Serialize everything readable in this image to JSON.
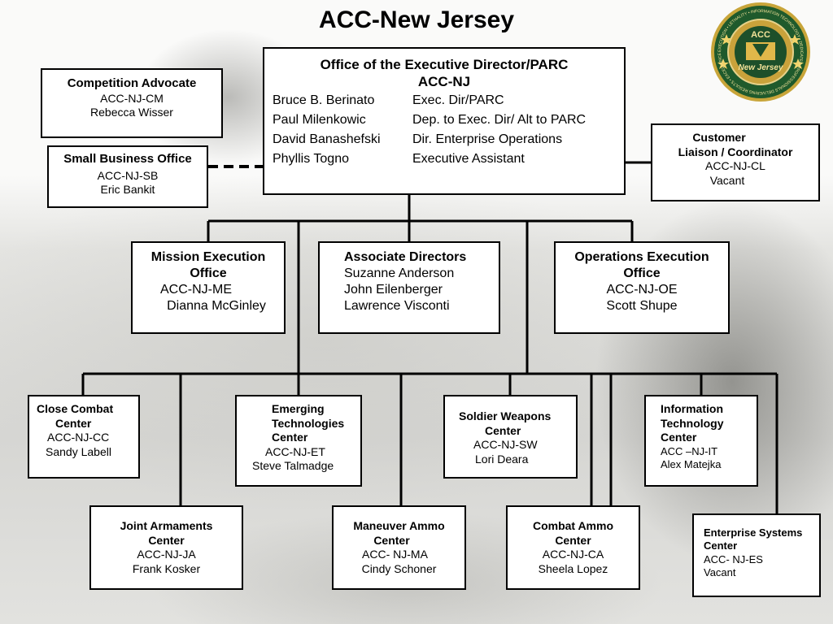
{
  "page": {
    "title": "ACC-New Jersey"
  },
  "emblem": {
    "text_top": "ACC",
    "text_mid": "New Jersey",
    "ring_text": "EXECUTION • LETHALITY • INFORMATION TECHNOLOGY • DEDICATED PROFESSIONALS DELIVERING RESULTS • EXCELLENCE • PICATINNY • FORT DIX"
  },
  "executive": {
    "title_line1": "Office of the Executive Director/PARC",
    "title_line2": "ACC-NJ",
    "staff": [
      {
        "name": "Bruce B. Berinato",
        "role": "Exec. Dir/PARC"
      },
      {
        "name": "Paul Milenkowic",
        "role": "Dep. to Exec. Dir/ Alt to PARC"
      },
      {
        "name": "David Banashefski",
        "role": "Dir. Enterprise Operations"
      },
      {
        "name": "Phyllis Togno",
        "role": "Executive Assistant"
      }
    ]
  },
  "competition_advocate": {
    "title": "Competition Advocate",
    "code": "ACC-NJ-CM",
    "person": "Rebecca Wisser"
  },
  "small_business": {
    "title": "Small Business Office",
    "code": "ACC-NJ-SB",
    "person": "Eric Bankit"
  },
  "customer_liaison": {
    "title_line1": "Customer",
    "title_line2": "Liaison / Coordinator",
    "code": "ACC-NJ-CL",
    "person": "Vacant"
  },
  "mission_execution": {
    "title_line1": "Mission Execution",
    "title_line2": "Office",
    "code": "ACC-NJ-ME",
    "person": "Dianna McGinley"
  },
  "associate_directors": {
    "title": "Associate Directors",
    "people": [
      "Suzanne Anderson",
      "John Eilenberger",
      "Lawrence Visconti"
    ]
  },
  "operations_execution": {
    "title_line1": "Operations Execution",
    "title_line2": "Office",
    "code": "ACC-NJ-OE",
    "person": "Scott Shupe"
  },
  "close_combat": {
    "title_line1": "Close Combat",
    "title_line2": "Center",
    "code": "ACC-NJ-CC",
    "person": "Sandy Labell"
  },
  "emerging_tech": {
    "title_line1": "Emerging",
    "title_line2": "Technologies",
    "title_line3": "Center",
    "code": "ACC-NJ-ET",
    "person": "Steve Talmadge"
  },
  "soldier_weapons": {
    "title_line1": "Soldier  Weapons",
    "title_line2": "Center",
    "code": "ACC-NJ-SW",
    "person": "Lori Deara"
  },
  "info_tech": {
    "title_line1": "Information",
    "title_line2": "Technology",
    "title_line3": "Center",
    "code": "ACC –NJ-IT",
    "person": "Alex Matejka"
  },
  "joint_armaments": {
    "title_line1": "Joint Armaments",
    "title_line2": "Center",
    "code": "ACC-NJ-JA",
    "person": "Frank Kosker"
  },
  "maneuver_ammo": {
    "title_line1": "Maneuver Ammo",
    "title_line2": "Center",
    "code": "ACC- NJ-MA",
    "person": "Cindy Schoner"
  },
  "combat_ammo": {
    "title_line1": "Combat Ammo",
    "title_line2": "Center",
    "code": "ACC-NJ-CA",
    "person": "Sheela Lopez"
  },
  "enterprise_systems": {
    "title_line1": "Enterprise Systems",
    "title_line2": "Center",
    "code": "ACC- NJ-ES",
    "person": "Vacant"
  }
}
